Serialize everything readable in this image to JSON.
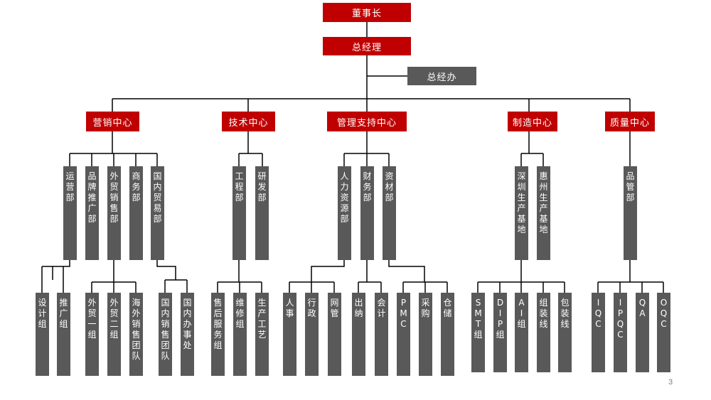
{
  "chairman": "董事长",
  "general_manager": "总经理",
  "gm_office": "总经办",
  "page_number": "3",
  "colors": {
    "primary": "#c00000",
    "secondary": "#595959",
    "line": "#000000"
  },
  "centers": {
    "marketing": {
      "label": "营销中心",
      "depts": [
        "运营部",
        "品牌推广部",
        "外贸销售部",
        "商务部",
        "国内贸易部"
      ],
      "teams": [
        "设计组",
        "推广组",
        "外贸一组",
        "外贸二组",
        "海外销售团队",
        "国内销售团队",
        "国内办事处"
      ]
    },
    "tech": {
      "label": "技术中心",
      "depts": [
        "工程部",
        "研发部"
      ],
      "teams": [
        "售后服务组",
        "维修组",
        "生产工艺"
      ]
    },
    "mgmt": {
      "label": "管理支持中心",
      "depts": [
        "人力资源部",
        "财务部",
        "资材部"
      ],
      "teams": [
        "人事",
        "行政",
        "网管",
        "出纳",
        "会计",
        "PMC",
        "采购",
        "仓储"
      ]
    },
    "mfg": {
      "label": "制造中心",
      "depts": [
        "深圳生产基地",
        "惠州生产基地"
      ],
      "teams": [
        "SMT组",
        "DIP组",
        "AI组",
        "组装线",
        "包装线"
      ]
    },
    "quality": {
      "label": "质量中心",
      "depts": [
        "品管部"
      ],
      "teams": [
        "IQC",
        "IPQC",
        "QA",
        "OQC"
      ]
    }
  }
}
